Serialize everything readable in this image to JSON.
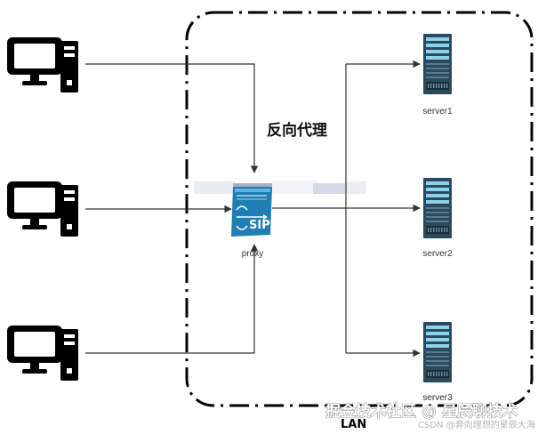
{
  "diagram": {
    "title": "反向代理",
    "lan_label": "LAN",
    "proxy": {
      "label": "proxy",
      "badge": "SIP"
    },
    "servers": [
      {
        "label": "server1"
      },
      {
        "label": "server2"
      },
      {
        "label": "server3"
      }
    ],
    "clients": [
      {
        "icon": "desktop-computer-icon"
      },
      {
        "icon": "desktop-computer-icon"
      },
      {
        "icon": "desktop-computer-icon"
      }
    ]
  },
  "watermark": {
    "line1": "掘金技术社区 @ 星辰聊技术",
    "line2": "CSDN @奔向理想的星辰大海"
  },
  "colors": {
    "line": "#333333",
    "boundary": "#000000",
    "proxy_blue": "#1f7fb4",
    "server_dark": "#2c4a5e",
    "server_light": "#8fd0ec"
  }
}
